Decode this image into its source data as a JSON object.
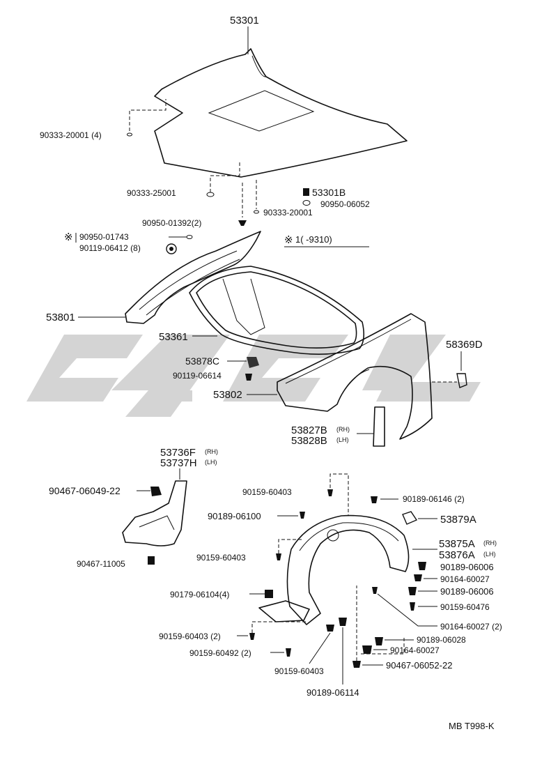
{
  "labels": {
    "p53301": "53301",
    "p90333_20001_4": "90333-20001 (4)",
    "p90333_25001": "90333-25001",
    "p53301B": "53301B",
    "p90950_06052": "90950-06052",
    "p90333_20001": "90333-20001",
    "p90950_01392": "90950-01392(2)",
    "p90950_01743": "90950-01743",
    "p90119_06412": "90119-06412 (8)",
    "note_range": "1(       -9310)",
    "p53801": "53801",
    "p53361": "53361",
    "p58369D": "58369D",
    "p53878C": "53878C",
    "p90119_06614": "90119-06614",
    "p53802": "53802",
    "p53827B": "53827B",
    "p53828B": "53828B",
    "rh1": "(RH)",
    "lh1": "(LH)",
    "p53736F": "53736F",
    "p53737H": "53737H",
    "rh2": "(RH)",
    "lh2": "(LH)",
    "p90467_06049": "90467-06049-22",
    "p90467_11005": "90467-11005",
    "p90159_60403_a": "90159-60403",
    "p90189_06146": "90189-06146 (2)",
    "p90189_06100": "90189-06100",
    "p53879A": "53879A",
    "p53875A": "53875A",
    "p53876A": "53876A",
    "rh3": "(RH)",
    "lh3": "(LH)",
    "p90159_60403_b": "90159-60403",
    "p90189_06006_a": "90189-06006",
    "p90164_60027_a": "90164-60027",
    "p90189_06006_b": "90189-06006",
    "p90179_06104": "90179-06104(4)",
    "p90159_60476": "90159-60476",
    "p90164_60027_2": "90164-60027 (2)",
    "p90159_60403_2": "90159-60403 (2)",
    "p90189_06028": "90189-06028",
    "p90159_60492": "90159-60492 (2)",
    "p90164_60027_b": "90164-60027",
    "p90159_60403_c": "90159-60403",
    "p90467_06052": "90467-06052-22",
    "p90189_06114": "90189-06114",
    "footer": "MB  T998-K"
  },
  "icons": {
    "note_marker": "reference-mark-symbol",
    "watermark": "gray-brand-watermark"
  },
  "colors": {
    "ink": "#111111",
    "watermark": "#d4d4d4",
    "background": "#ffffff"
  }
}
